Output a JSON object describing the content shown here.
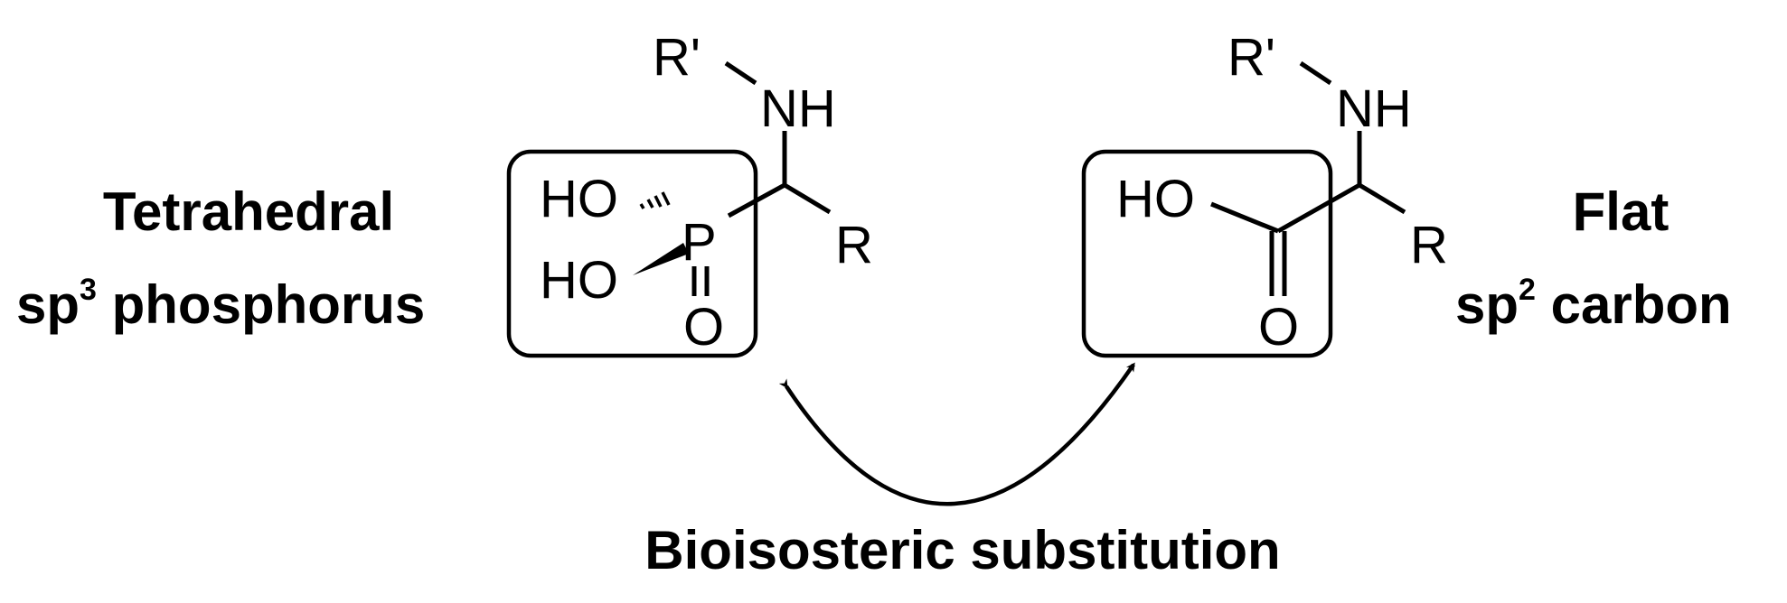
{
  "left_label": {
    "line1": "Tetrahedral",
    "line2_prefix": "sp",
    "line2_sup": "3",
    "line2_suffix": " phosphorus"
  },
  "right_label": {
    "line1": "Flat",
    "line2_prefix": "sp",
    "line2_sup": "2",
    "line2_suffix": " carbon"
  },
  "caption": "Bioisosteric substitution",
  "phosphonate": {
    "r_prime": "R'",
    "nh": "NH",
    "r": "R",
    "ho_top": "HO",
    "ho_bottom": "HO",
    "p": "P",
    "o": "O"
  },
  "carboxylic": {
    "r_prime": "R'",
    "nh": "NH",
    "r": "R",
    "ho": "HO",
    "o": "O"
  }
}
